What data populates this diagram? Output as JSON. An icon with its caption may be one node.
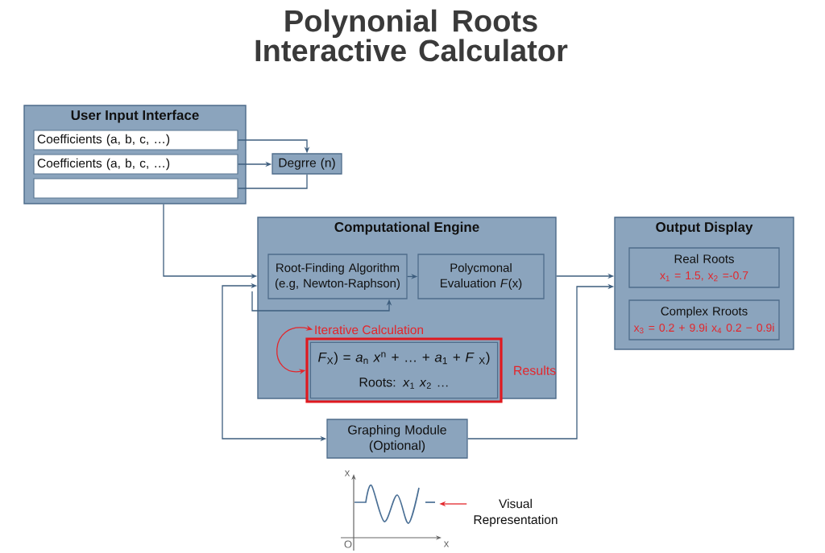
{
  "diagram": {
    "title": "Polynonial Roots Interactive Calculator",
    "nodes": [
      {
        "text": [
          "User Input Interface"
        ]
      },
      {
        "text": [
          "Coefficients (a, b, c, …)"
        ],
        "in": 0
      },
      {
        "text": [
          "Coefficients (a, b, c, …)"
        ],
        "in": 0
      },
      {
        "text": [],
        "shape": "box",
        "in": 0
      },
      {
        "text": [
          "Degrre (n)"
        ]
      },
      {
        "text": [
          "Computational Engine"
        ]
      },
      {
        "text": [
          "Root-Finding Algorithm (e.g, Newton-Raphson)"
        ],
        "in": 5
      },
      {
        "text": [
          "Polycmonal Evaluation *F*(x)"
        ],
        "in": 5
      },
      {
        "text": [
          "Iterative Calculation"
        ],
        "in": 5
      },
      {
        "text": [
          "*F*$_{X}$) = *a*$_{n}$ *x*$^{n}$ + … + *a*$_{1}$ + *F* $_{X}$)",
          "Roots: *x*$_{1}$ *x*$_{2}$ …"
        ],
        "in": 5,
        "beside": [
          "Results"
        ]
      },
      {
        "text": [
          "Output Display"
        ]
      },
      {
        "text": [
          "Real Roots",
          "x$_{1}$ = 1.5, x$_{2}$ =-0.7"
        ],
        "in": 10
      },
      {
        "text": [
          "Complex Rroots",
          "x$_{3}$ = 0.2 + 9.9i x$_{4}$ 0.2 − 0.9i"
        ],
        "in": 10
      },
      {
        "text": [
          "Graphing Module (Optional)"
        ]
      },
      {
        "text": [],
        "shape": "picture"
      },
      {
        "text": [
          "Visual Representation"
        ]
      }
    ],
    "edges": [
      {
        "from": 1,
        "to": 4,
        "arrow": "to"
      },
      {
        "from": 2,
        "to": 4,
        "arrow": "to"
      },
      {
        "from": 4,
        "to": 3,
        "arrow": "none"
      },
      {
        "from": 0,
        "to": 5,
        "arrow": "to"
      },
      {
        "from": 6,
        "to": 7,
        "arrow": "to"
      },
      {
        "from": null,
        "to": 6,
        "arrow": "to"
      },
      {
        "from": 5,
        "to": 13,
        "arrow": "both"
      },
      {
        "from": 5,
        "to": 10,
        "arrow": "to"
      },
      {
        "from": 13,
        "to": 10,
        "arrow": "to"
      },
      {
        "from": 8,
        "to": 9,
        "arrow": "both",
        "color": "#e3262b"
      },
      {
        "from": 15,
        "to": 14,
        "arrow": "to",
        "color": "#e3262b"
      }
    ],
    "labels": [
      "x",
      "O",
      "x"
    ]
  }
}
